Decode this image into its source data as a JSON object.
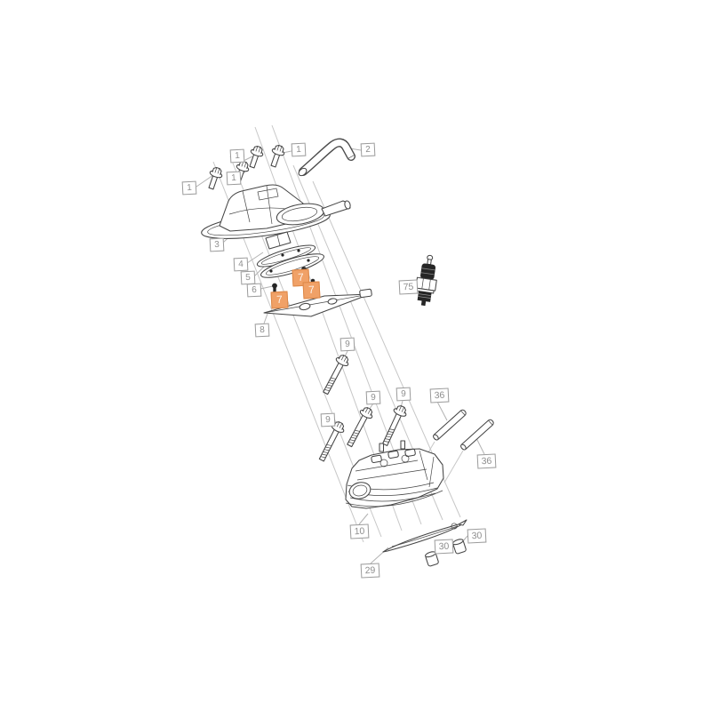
{
  "diagram": {
    "kind": "exploded-parts-diagram",
    "background": "#ffffff",
    "highlight_color": "#f0a167",
    "callouts": [
      {
        "id": "1-a",
        "text": "1",
        "highlighted": false
      },
      {
        "id": "1-b",
        "text": "1",
        "highlighted": false
      },
      {
        "id": "1-c",
        "text": "1",
        "highlighted": false
      },
      {
        "id": "1-d",
        "text": "1",
        "highlighted": false
      },
      {
        "id": "2",
        "text": "2",
        "highlighted": false
      },
      {
        "id": "3",
        "text": "3",
        "highlighted": false
      },
      {
        "id": "4",
        "text": "4",
        "highlighted": false
      },
      {
        "id": "5",
        "text": "5",
        "highlighted": false
      },
      {
        "id": "6",
        "text": "6",
        "highlighted": false
      },
      {
        "id": "7-a",
        "text": "7",
        "highlighted": true
      },
      {
        "id": "7-b",
        "text": "7",
        "highlighted": true
      },
      {
        "id": "7-c",
        "text": "7",
        "highlighted": true
      },
      {
        "id": "8",
        "text": "8",
        "highlighted": false
      },
      {
        "id": "9-a",
        "text": "9",
        "highlighted": false
      },
      {
        "id": "9-b",
        "text": "9",
        "highlighted": false
      },
      {
        "id": "9-c",
        "text": "9",
        "highlighted": false
      },
      {
        "id": "9-d",
        "text": "9",
        "highlighted": false
      },
      {
        "id": "10",
        "text": "10",
        "highlighted": false
      },
      {
        "id": "29",
        "text": "29",
        "highlighted": false
      },
      {
        "id": "30-a",
        "text": "30",
        "highlighted": false
      },
      {
        "id": "30-b",
        "text": "30",
        "highlighted": false
      },
      {
        "id": "36-a",
        "text": "36",
        "highlighted": false
      },
      {
        "id": "36-b",
        "text": "36",
        "highlighted": false
      },
      {
        "id": "75",
        "text": "75",
        "highlighted": false
      }
    ]
  }
}
